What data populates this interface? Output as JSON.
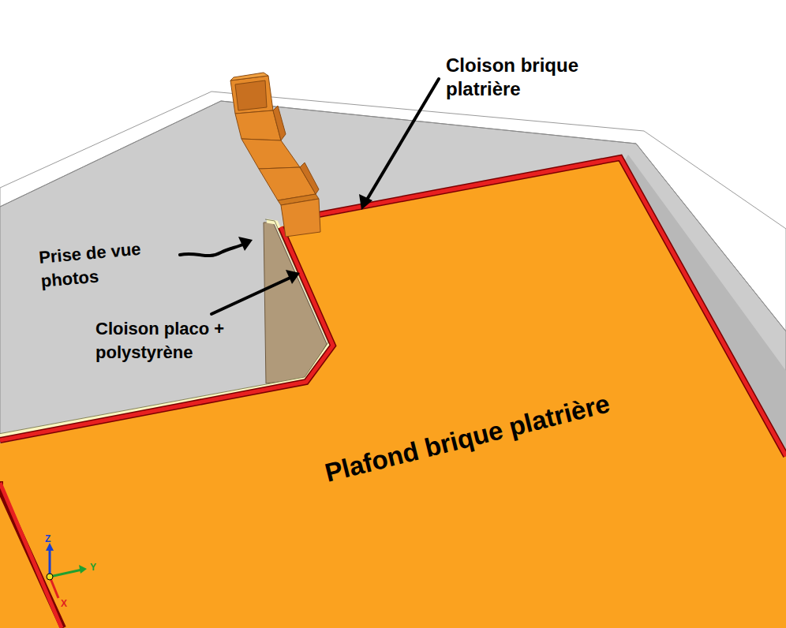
{
  "diagram": {
    "labels": [
      "Cloison brique platrière",
      "Prise de vue photos",
      "Cloison placo + polystyrène",
      "Plafond brique platrière",
      "Z",
      "Y",
      "X"
    ]
  }
}
